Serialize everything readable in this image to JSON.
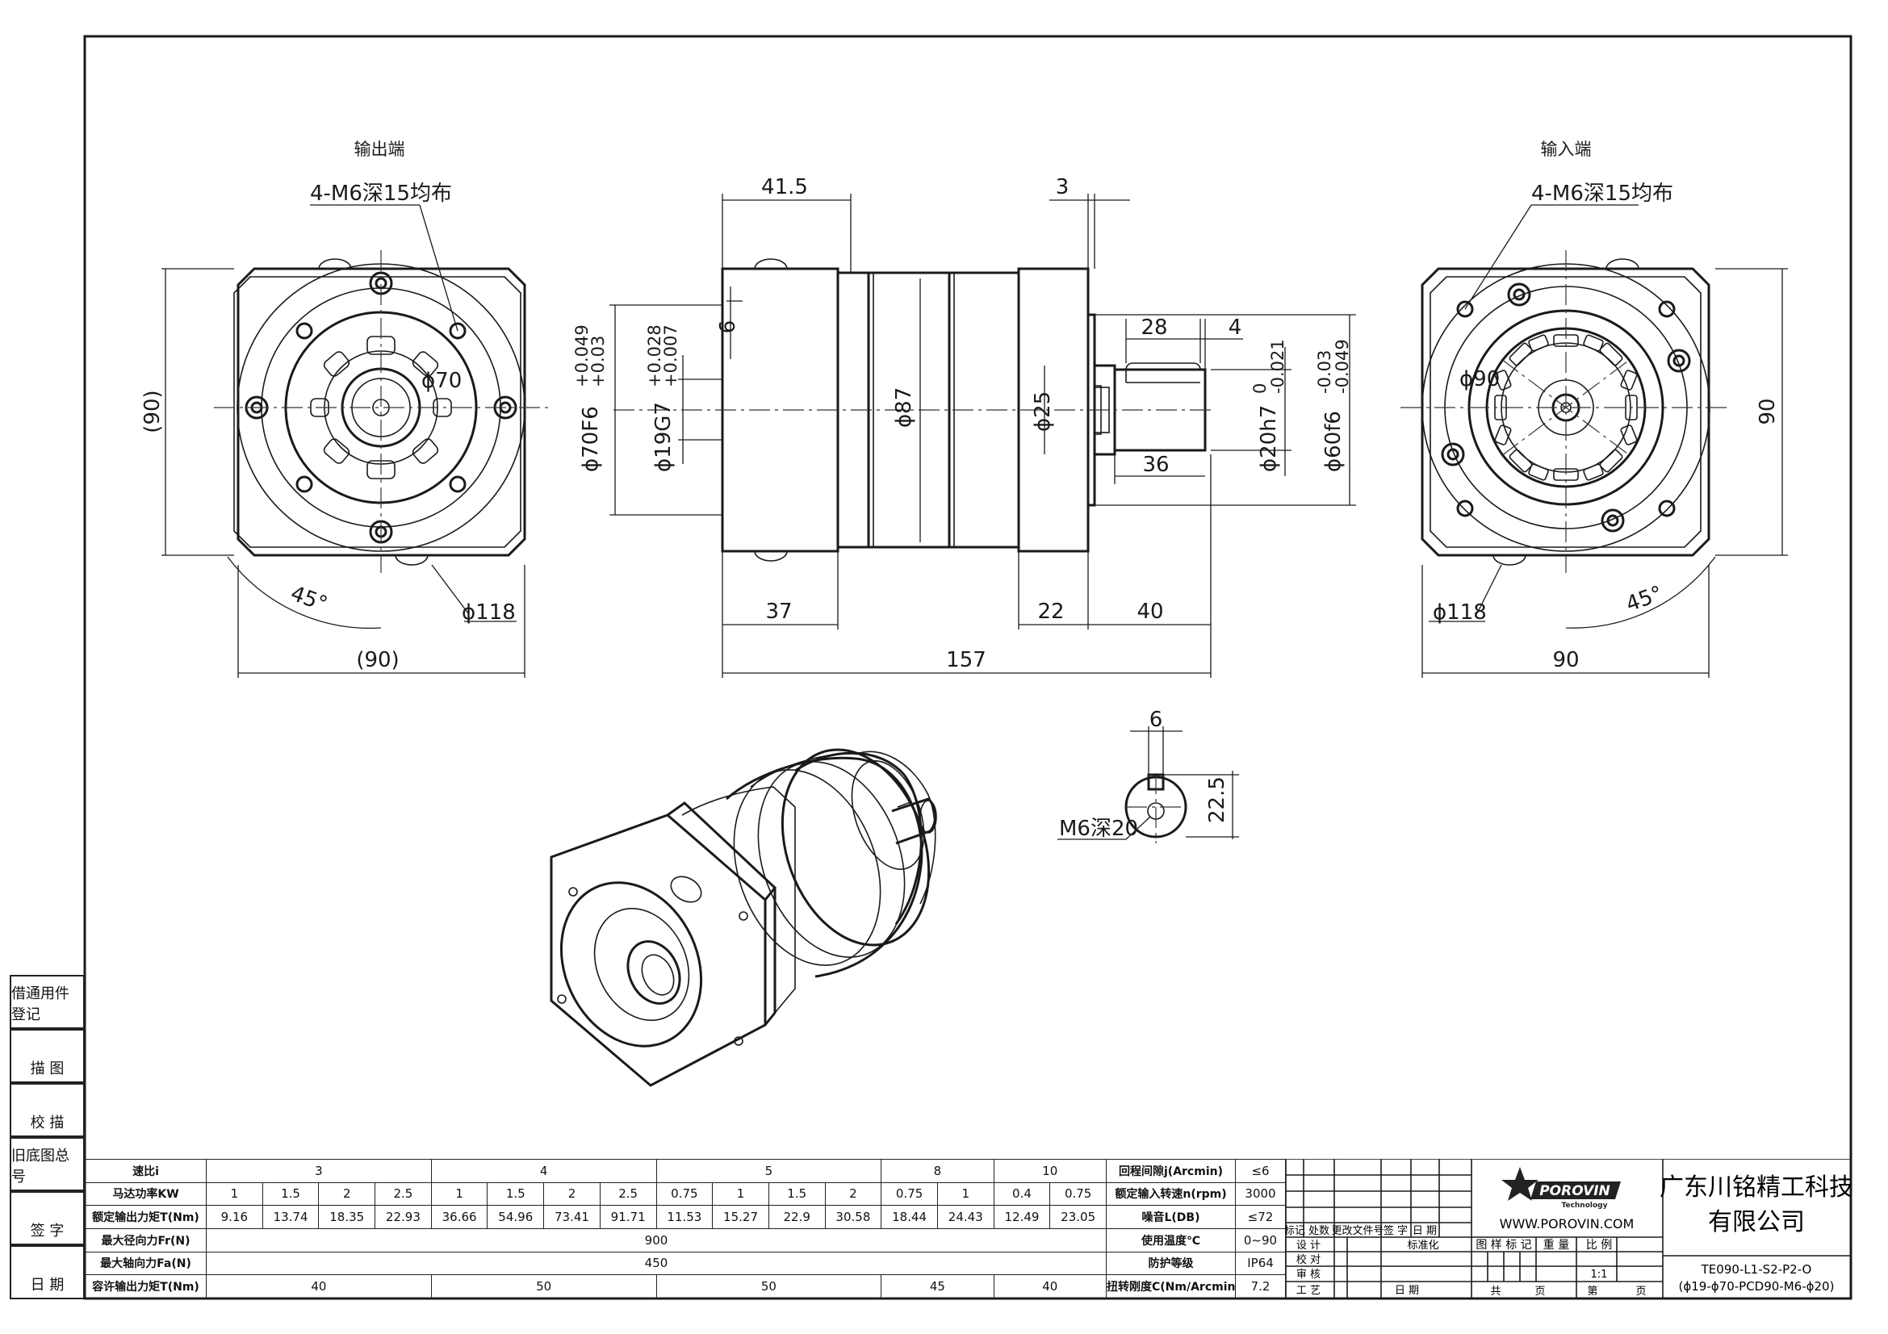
{
  "views": {
    "output_end_label": "输出端",
    "input_end_label": "输入端"
  },
  "dimensions": {
    "output_holes": "4-M6深15均布",
    "input_holes": "4-M6深15均布",
    "d_41_5": "41.5",
    "d_3": "3",
    "d_6_small": "6",
    "d_28": "28",
    "d_4": "4",
    "d_36": "36",
    "d_90_paren_v": "(90)",
    "d_90_paren_h": "(90)",
    "d_90_v": "90",
    "d_90_h": "90",
    "phi70": "ϕ70",
    "phi90": "ϕ90",
    "phi118_left": "ϕ118",
    "phi118_right": "ϕ118",
    "angle_left": "45°",
    "angle_right": "45°",
    "phi70f6": "ϕ70F6",
    "phi70f6_tol_up": "+0.049",
    "phi70f6_tol_lo": "+0.03",
    "phi19g7": "ϕ19G7",
    "phi19g7_tol_up": "+0.028",
    "phi19g7_tol_lo": "+0.007",
    "phi87": "ϕ87",
    "phi25": "ϕ25",
    "phi20h7": "ϕ20h7",
    "phi20h7_tol_up": "0",
    "phi20h7_tol_lo": "-0.021",
    "phi60f6": "ϕ60f6",
    "phi60f6_tol_up": "-0.03",
    "phi60f6_tol_lo": "-0.049",
    "d_37": "37",
    "d_22": "22",
    "d_40": "40",
    "d_157": "157",
    "key_width": "6",
    "key_height": "22.5",
    "center_thread": "M6深20"
  },
  "side_block": [
    "借通用件登记",
    "描 图",
    "校 描",
    "旧底图总号",
    "签 字",
    "日 期"
  ],
  "spec_table": {
    "ratio_label": "速比i",
    "ratios": [
      "3",
      "4",
      "5",
      "8",
      "10"
    ],
    "rows": [
      {
        "label": "马达功率KW",
        "values": [
          "1",
          "1.5",
          "2",
          "2.5",
          "1",
          "1.5",
          "2",
          "2.5",
          "0.75",
          "1",
          "1.5",
          "2",
          "0.75",
          "1",
          "0.4",
          "0.75"
        ]
      },
      {
        "label": "额定输出力矩T(Nm)",
        "values": [
          "9.16",
          "13.74",
          "18.35",
          "22.93",
          "36.66",
          "54.96",
          "73.41",
          "91.71",
          "11.53",
          "15.27",
          "22.9",
          "30.58",
          "18.44",
          "24.43",
          "12.49",
          "23.05"
        ]
      }
    ],
    "radial_label": "最大径向力Fr(N)",
    "radial_value": "900",
    "axial_label": "最大轴向力Fa(N)",
    "axial_value": "450",
    "allow_label": "容许输出力矩T(Nm)",
    "allow_values": [
      "40",
      "50",
      "50",
      "45",
      "40"
    ],
    "right": [
      {
        "label": "回程间隙j(Arcmin)",
        "value": "≤6"
      },
      {
        "label": "额定输入转速n(rpm)",
        "value": "3000"
      },
      {
        "label": "噪音L(DB)",
        "value": "≤72"
      },
      {
        "label": "使用温度℃",
        "value": "0~90"
      },
      {
        "label": "防护等级",
        "value": "IP64"
      },
      {
        "label": "扭转刚度C(Nm/Arcmin)",
        "value": "7.2"
      }
    ]
  },
  "revision": {
    "header": [
      "标记",
      "处数",
      "更改文件号",
      "签 字",
      "日 期"
    ],
    "roles": [
      "设 计",
      "校 对",
      "审 核",
      "工 艺"
    ],
    "standard": "标准化",
    "date": "日 期"
  },
  "title_block": {
    "brand": "POROVIN",
    "brand_sub": "Technology",
    "website": "WWW.POROVIN.COM",
    "company_line1": "广东川铭精工科技",
    "company_line2": "有限公司",
    "labels": [
      "图 样 标 记",
      "重 量",
      "比 例"
    ],
    "scale": "1:1",
    "total": "共",
    "page": "页",
    "sheet": "第",
    "sheet_page": "页",
    "model": "TE090-L1-S2-P2-O",
    "model_spec": "(ϕ19-ϕ70-PCD90-M6-ϕ20)"
  }
}
